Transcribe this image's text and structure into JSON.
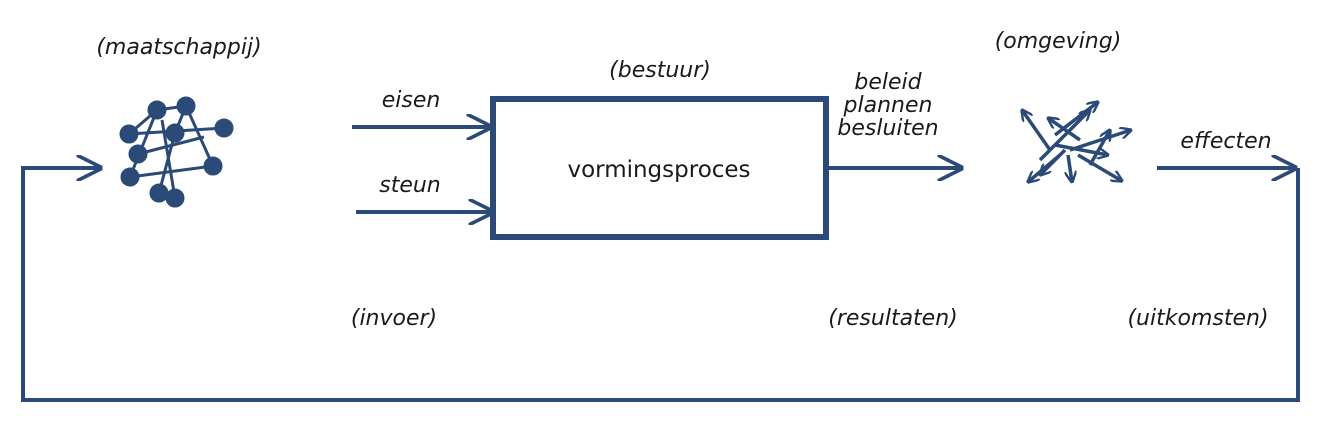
{
  "colors": {
    "line": "#2b4a78",
    "node": "#2b4a78",
    "text": "#1a1a1a"
  },
  "labels": {
    "maatschappij": "(maatschappij)",
    "bestuur": "(bestuur)",
    "omgeving": "(omgeving)",
    "eisen": "eisen",
    "steun": "steun",
    "process": "vormingsproces",
    "outputs": [
      "beleid",
      "plannen",
      "besluiten"
    ],
    "effecten": "effecten",
    "invoer": "(invoer)",
    "resultaten": "(resultaten)",
    "uitkomsten": "(uitkomsten)"
  },
  "icons": {
    "society": "network-icon",
    "environment": "scattered-arrows-icon"
  }
}
